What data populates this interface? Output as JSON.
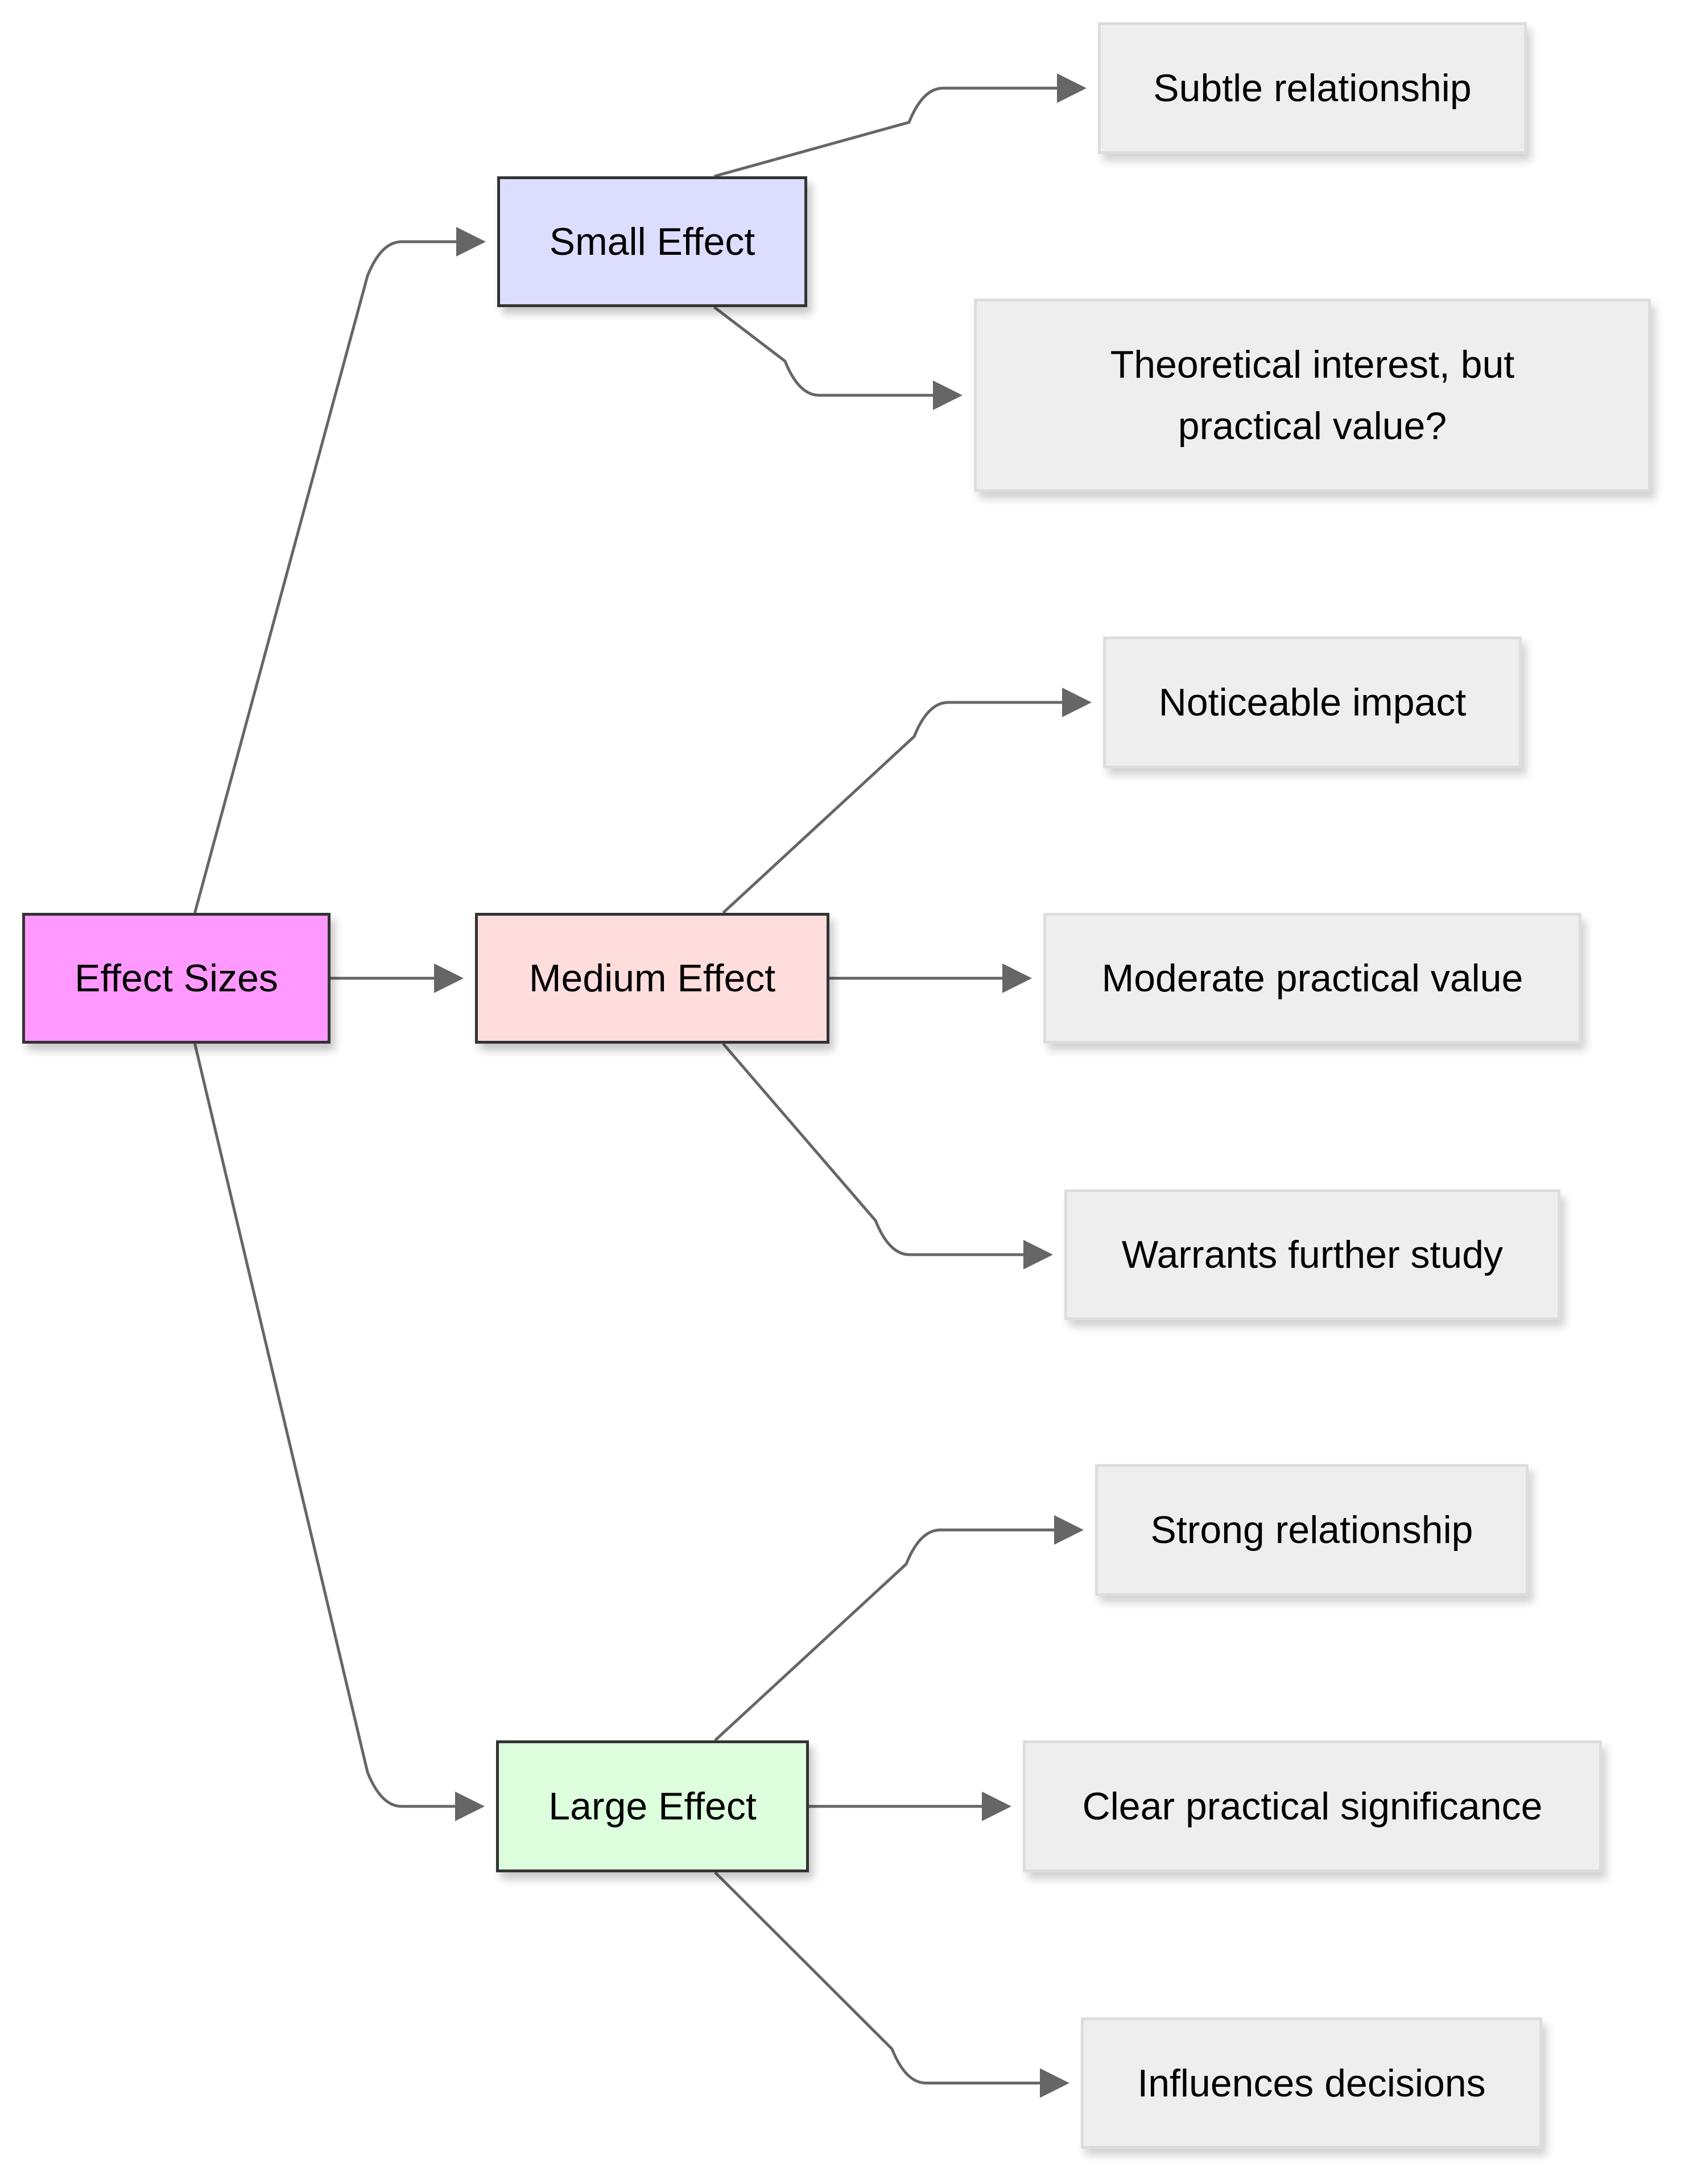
{
  "diagram": {
    "title": "Effect Sizes",
    "colors": {
      "root_fill": "#ff99ff",
      "small_fill": "#ddddff",
      "medium_fill": "#ffdddd",
      "large_fill": "#ddffdd",
      "leaf_fill": "#eeeeee",
      "edge": "#666666"
    },
    "nodes": {
      "root": {
        "label": "Effect Sizes"
      },
      "small": {
        "label": "Small Effect"
      },
      "medium": {
        "label": "Medium Effect"
      },
      "large": {
        "label": "Large Effect"
      },
      "subtle": {
        "label": "Subtle relationship"
      },
      "theo": {
        "label_line1": "Theoretical interest, but",
        "label_line2": "practical value?"
      },
      "notice": {
        "label": "Noticeable impact"
      },
      "moderate": {
        "label": "Moderate practical value"
      },
      "warrants": {
        "label": "Warrants further study"
      },
      "strong": {
        "label": "Strong relationship"
      },
      "clear": {
        "label": "Clear practical significance"
      },
      "influences": {
        "label": "Influences decisions"
      }
    },
    "edges": [
      {
        "from": "root",
        "to": "small"
      },
      {
        "from": "root",
        "to": "medium"
      },
      {
        "from": "root",
        "to": "large"
      },
      {
        "from": "small",
        "to": "subtle"
      },
      {
        "from": "small",
        "to": "theo"
      },
      {
        "from": "medium",
        "to": "notice"
      },
      {
        "from": "medium",
        "to": "moderate"
      },
      {
        "from": "medium",
        "to": "warrants"
      },
      {
        "from": "large",
        "to": "strong"
      },
      {
        "from": "large",
        "to": "clear"
      },
      {
        "from": "large",
        "to": "influences"
      }
    ]
  }
}
